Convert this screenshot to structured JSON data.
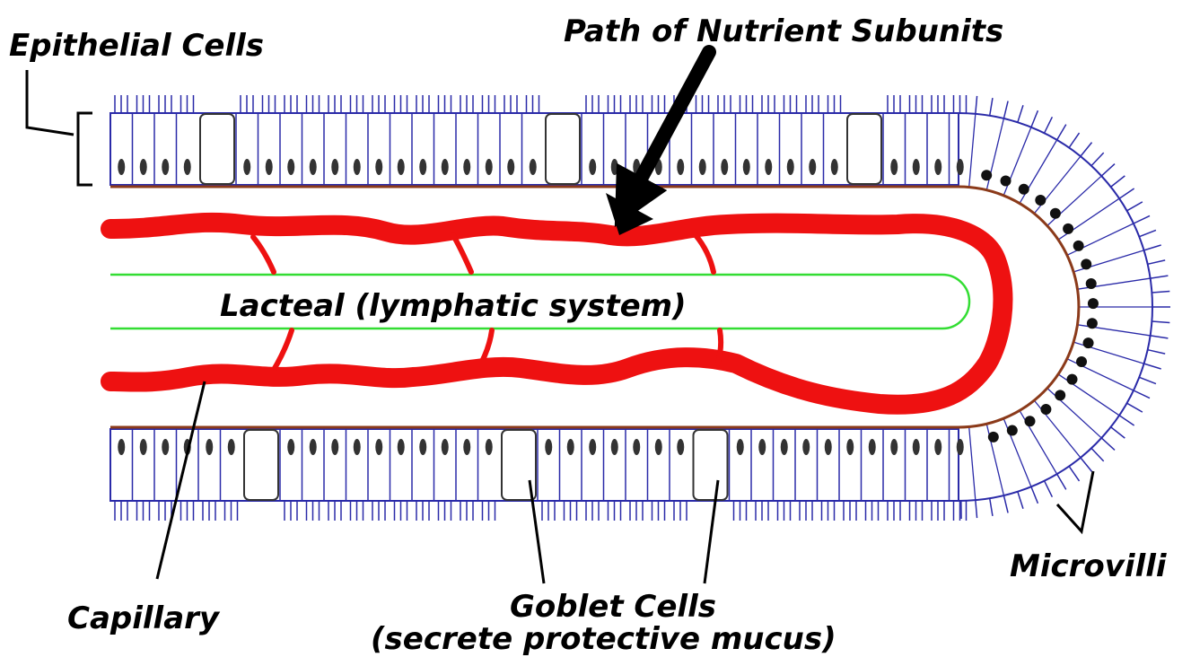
{
  "labels": {
    "epithelial": "Epithelial Cells",
    "path": "Path of Nutrient Subunits",
    "lacteal": "Lacteal (lymphatic system)",
    "capillary": "Capillary",
    "goblet_line1": "Goblet Cells",
    "goblet_line2": "(secrete protective mucus)",
    "microvilli": "Microvilli"
  },
  "colors": {
    "cell_outline": "#2a2aa8",
    "capillary": "#ee1111",
    "lacteal": "#33dd33",
    "membrane": "#8b3a1a",
    "ink": "#000000"
  },
  "icons": [
    "arrow-icon"
  ]
}
